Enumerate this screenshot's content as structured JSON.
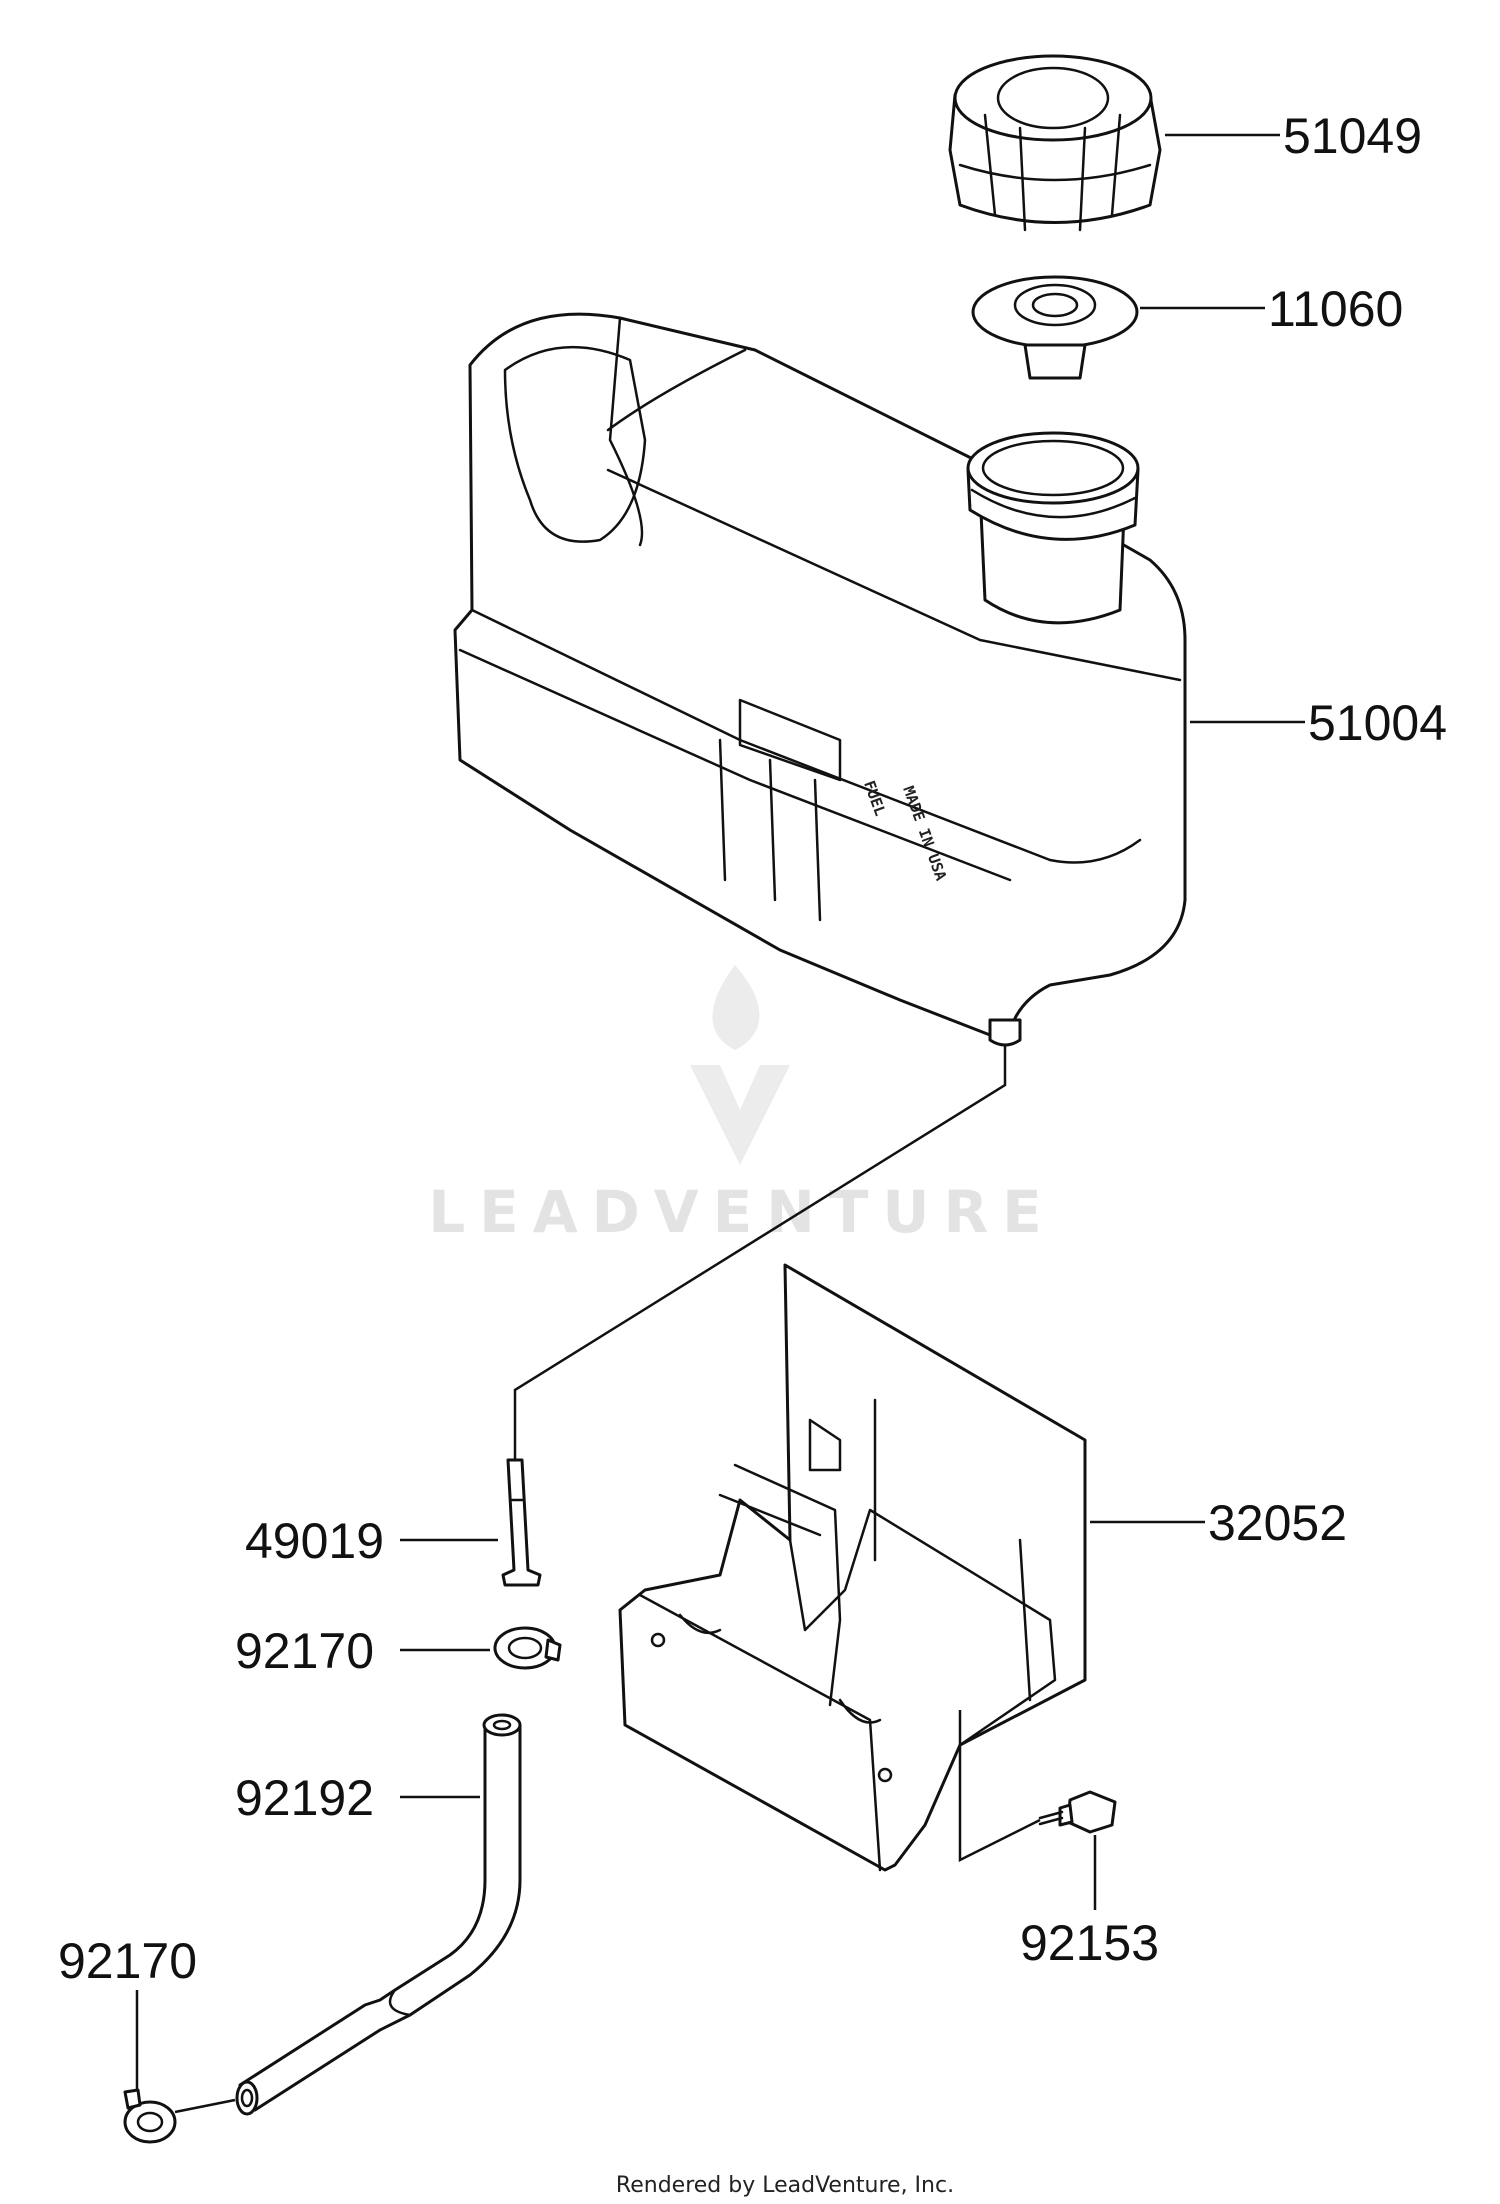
{
  "parts": [
    {
      "id": "cap",
      "number": "51049"
    },
    {
      "id": "gasket",
      "number": "11060"
    },
    {
      "id": "fuel-tank",
      "number": "51004"
    },
    {
      "id": "bracket",
      "number": "32052"
    },
    {
      "id": "fitting",
      "number": "49019"
    },
    {
      "id": "clamp-upper",
      "number": "92170"
    },
    {
      "id": "hose",
      "number": "92192"
    },
    {
      "id": "bolt",
      "number": "92153"
    },
    {
      "id": "clamp-lower",
      "number": "92170"
    }
  ],
  "tank_embossing": {
    "line1": "FUEL",
    "line2": "MADE IN USA"
  },
  "watermark": "LEADVENTURE",
  "footer": "Rendered by LeadVenture, Inc."
}
